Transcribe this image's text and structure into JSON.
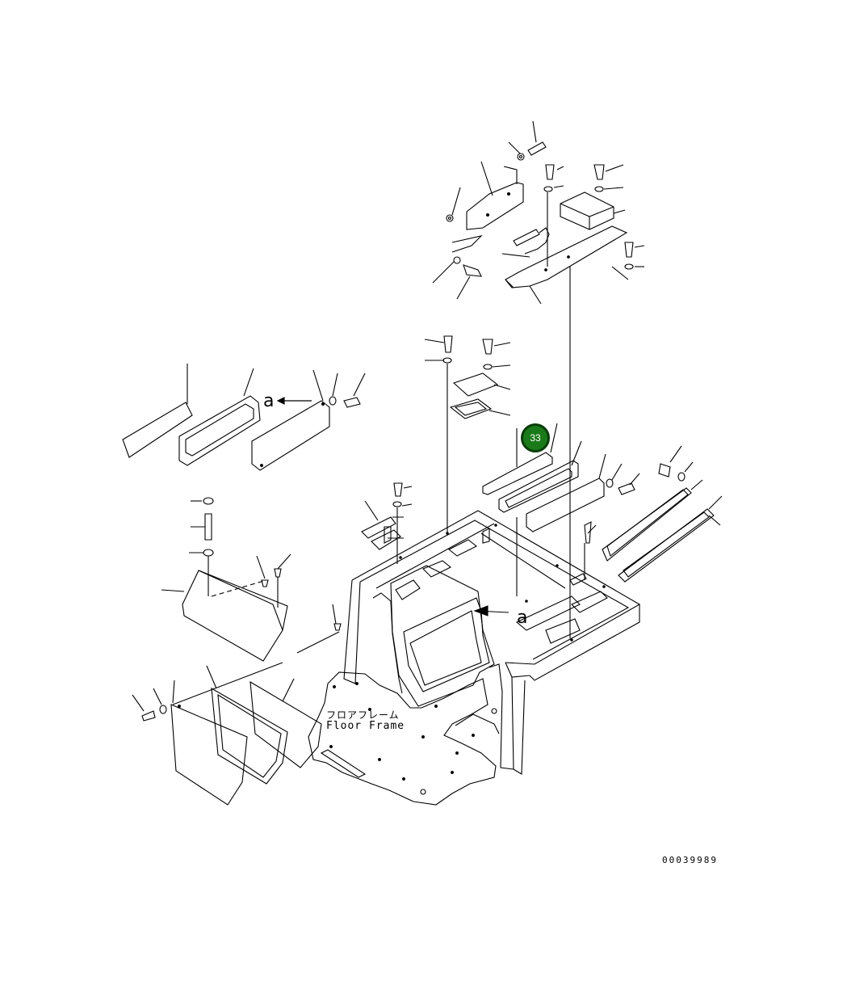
{
  "diagram": {
    "part_label_jp": "フロアフレーム",
    "part_label_en": "Floor Frame",
    "view_marker_top": "a",
    "view_marker_center": "a",
    "callout": {
      "number": "33",
      "color": "#1a7a1a"
    },
    "document_number": "00039989"
  }
}
